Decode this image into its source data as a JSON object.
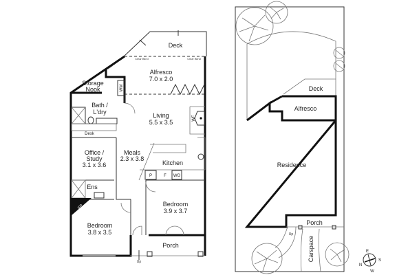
{
  "floor_plan": {
    "deck": "Deck",
    "clear_blind": "Clear Blind",
    "alfresco": {
      "name": "Alfresco",
      "size": "7.0 x 2.0"
    },
    "storage": {
      "line1": "Storage",
      "line2": "Nook"
    },
    "wm": "WM",
    "bath": {
      "line1": "Bath /",
      "line2": "L'dry"
    },
    "living": {
      "name": "Living",
      "size": "5.5 x 3.5"
    },
    "wf": "WF",
    "desk": "Desk",
    "office": {
      "line1": "Office /",
      "line2": "Study",
      "size": "3.1 x 3.6"
    },
    "meals": {
      "name": "Meals",
      "size": "2.3 x 3.8"
    },
    "kitchen": "Kitchen",
    "pantry": "P",
    "fridge": "F",
    "wo": "WO",
    "ens": "Ens",
    "fp": "FP",
    "bedroom1": {
      "name": "Bedroom",
      "size": "3.9 x 3.7"
    },
    "bedroom2": {
      "name": "Bedroom",
      "size": "3.8 x 3.5"
    },
    "porch": "Porch",
    "up": "Up"
  },
  "site_plan": {
    "deck": "Deck",
    "alfresco": "Alfresco",
    "residence": "Residence",
    "porch": "Porch",
    "up": "Up",
    "carspace": "Carspace",
    "compass": {
      "n": "N",
      "e": "E",
      "s": "S",
      "w": "W"
    }
  }
}
